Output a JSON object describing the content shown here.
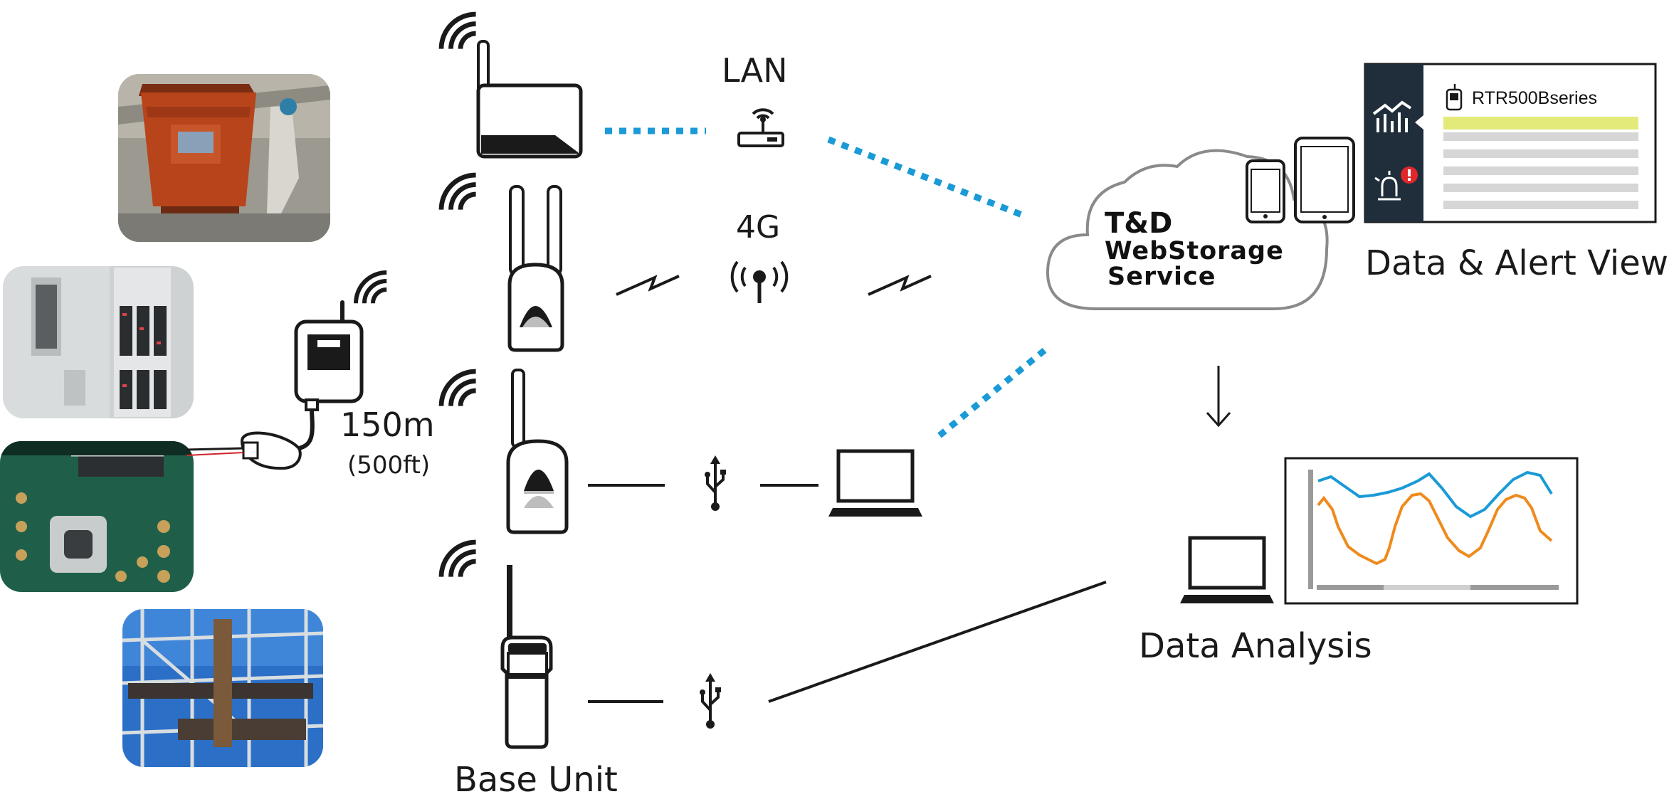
{
  "labels": {
    "lan": "LAN",
    "fourg": "4G",
    "distance": "150m",
    "distance_ft": "(500ft)",
    "base_unit": "Base Unit",
    "data_alert_view": "Data & Alert View",
    "data_analysis": "Data Analysis"
  },
  "cloud": {
    "line1": "T&D",
    "line2": "WebStorage",
    "line3": "Service"
  },
  "alert_panel": {
    "series_title": "RTR500Bseries"
  },
  "colors": {
    "dotted_link": "#1a9ad6",
    "panel_sidebar": "#1f2e3a",
    "highlight_row": "#e3ea7a",
    "chart_blue": "#1a9ad6",
    "chart_orange": "#ef8a1d",
    "alert_red": "#e1262c"
  },
  "icons": [
    "wifi-icon",
    "router-icon",
    "cell-tower-icon",
    "usb-icon",
    "laptop-icon",
    "smartphone-icon",
    "tablet-icon",
    "chart-icon",
    "alarm-icon",
    "cloud-icon"
  ]
}
